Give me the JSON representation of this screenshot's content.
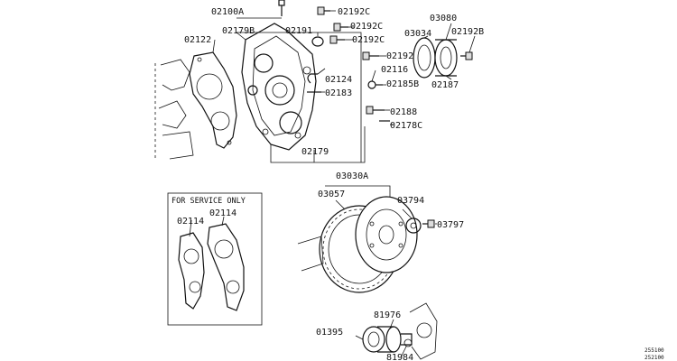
{
  "parts": {
    "p02192c_a": "02192C",
    "p02100a": "02100A",
    "p03080": "03080",
    "p02192c_b": "02192C",
    "p02191": "02191",
    "p02192c_c": "02192C",
    "p03034": "03034",
    "p02192b": "02192B",
    "p02122": "02122",
    "p02179b": "02179B",
    "p02192": "02192",
    "p02116": "02116",
    "p02124": "02124",
    "p02185b": "02185B",
    "p02187": "02187",
    "p02183": "02183",
    "p02188": "02188",
    "p02178c": "02178C",
    "p02179": "02179",
    "p03030a": "03030A",
    "p03057": "03057",
    "p03794": "03794",
    "p03797": "03797",
    "p02114_a": "02114",
    "p02114_b": "02114",
    "p81976": "81976",
    "p01395": "01395",
    "p81984": "81984"
  },
  "service_box_label": "FOR SERVICE ONLY",
  "corner_codes": [
    "255100",
    "252100"
  ]
}
